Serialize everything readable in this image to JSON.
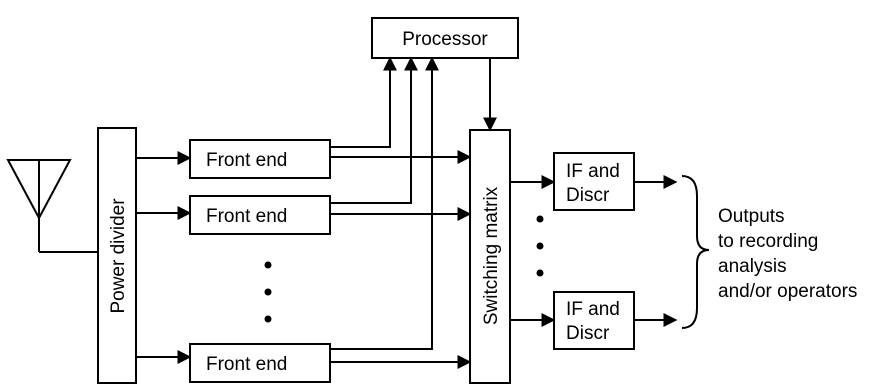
{
  "diagram": {
    "processor_label": "Processor",
    "power_divider_label": "Power divider",
    "switching_matrix_label": "Switching matrix",
    "front_ends": [
      {
        "label": "Front end"
      },
      {
        "label": "Front end"
      },
      {
        "label": "Front end"
      }
    ],
    "if_blocks": [
      {
        "line1": "IF and",
        "line2": "Discr"
      },
      {
        "line1": "IF and",
        "line2": "Discr"
      }
    ],
    "outputs_label": [
      "Outputs",
      "to recording",
      "analysis",
      "and/or operators"
    ],
    "antenna_icon": "antenna-icon"
  }
}
